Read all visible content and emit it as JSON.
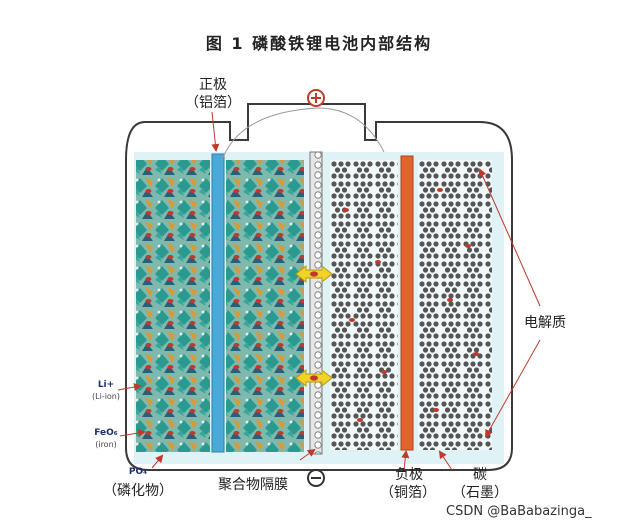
{
  "title": "图 1    磷酸铁锂电池内部结构",
  "labels": {
    "cathode": "正极",
    "cathode_sub": "（铝箔）",
    "separator": "聚合物隔膜",
    "anode": "负极",
    "anode_sub": "（铜箔）",
    "carbon": "碳",
    "carbon_sub": "（石墨）",
    "electrolyte": "电解质",
    "phosphate": "（磷化物）"
  },
  "legend": {
    "li": "Li+",
    "li_sub": "(Li-ion)",
    "feo": "FeO₆",
    "feo_sub": "(iron)",
    "po": "PO₄"
  },
  "terminals": {
    "positive": "+",
    "negative": "−"
  },
  "watermark": "CSDN @BaBabazinga_",
  "colors": {
    "outline": "#3a3a3a",
    "electrolyte": "#dff2f6",
    "cathode_foil": "#4aa9d8",
    "anode_foil": "#e0642c",
    "crystal_teal": "#2d9c93",
    "crystal_dark": "#2a5f78",
    "crystal_orange": "#d99a35",
    "li_dot": "#c0392b",
    "graphite": "#555555",
    "arrow": "#f0d22a",
    "pointer": "#c0392b"
  }
}
